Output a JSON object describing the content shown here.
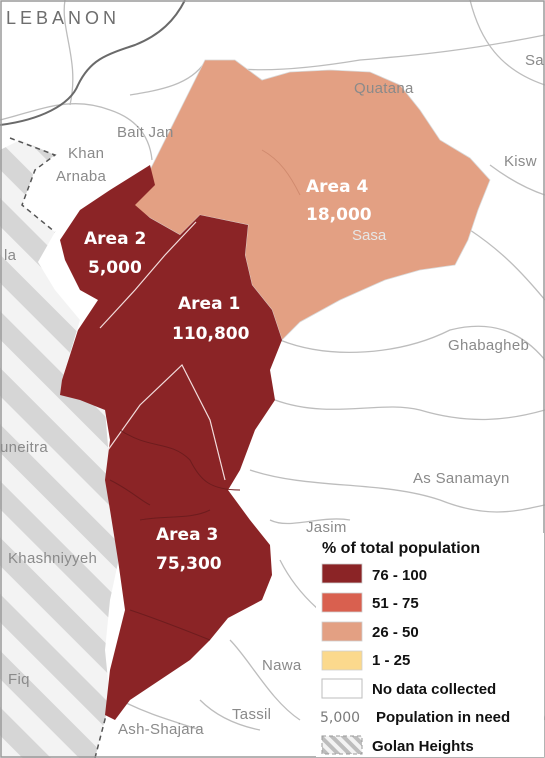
{
  "country": "LEBANON",
  "places": {
    "quatana": "Quatana",
    "sa": "Sa",
    "bait_jan": "Bait Jan",
    "khan": "Khan",
    "arnaba": "Arnaba",
    "kisw": "Kisw",
    "sasa": "Sasa",
    "la": "la",
    "ghabagheb": "Ghabagheb",
    "uneitra": "uneitra",
    "as_sanamayn": "As Sanamayn",
    "jasim": "Jasim",
    "khashniyyeh": "Khashniyyeh",
    "nawa": "Nawa",
    "fiq": "Fiq",
    "tassil": "Tassil",
    "ash_shajara": "Ash-Shajara"
  },
  "areas": [
    {
      "name": "Area 1",
      "population": "110,800",
      "population_value": 110800,
      "category": "76 - 100",
      "color": "#8b2426"
    },
    {
      "name": "Area 2",
      "population": "5,000",
      "population_value": 5000,
      "category": "76 - 100",
      "color": "#8b2426"
    },
    {
      "name": "Area 3",
      "population": "75,300",
      "population_value": 75300,
      "category": "76 - 100",
      "color": "#8b2426"
    },
    {
      "name": "Area 4",
      "population": "18,000",
      "population_value": 18000,
      "category": "26 - 50",
      "color": "#e3a083"
    }
  ],
  "legend": {
    "title": "% of total population",
    "items": [
      {
        "label": "76 - 100",
        "color": "#8b2426"
      },
      {
        "label": "51 - 75",
        "color": "#d9604f"
      },
      {
        "label": "26 - 50",
        "color": "#e3a083"
      },
      {
        "label": "1 - 25",
        "color": "#fbd98d"
      },
      {
        "label": "No data collected",
        "color": "#ffffff"
      }
    ],
    "population_sample": "5,000",
    "population_label": "Population in need",
    "golan_label": "Golan Heights"
  },
  "colors": {
    "background": "#ffffff",
    "roads": "#b9b9b9",
    "golan_stripe": "#d9d9d9",
    "golan_base": "#f2f2f2",
    "border": "#666666"
  }
}
